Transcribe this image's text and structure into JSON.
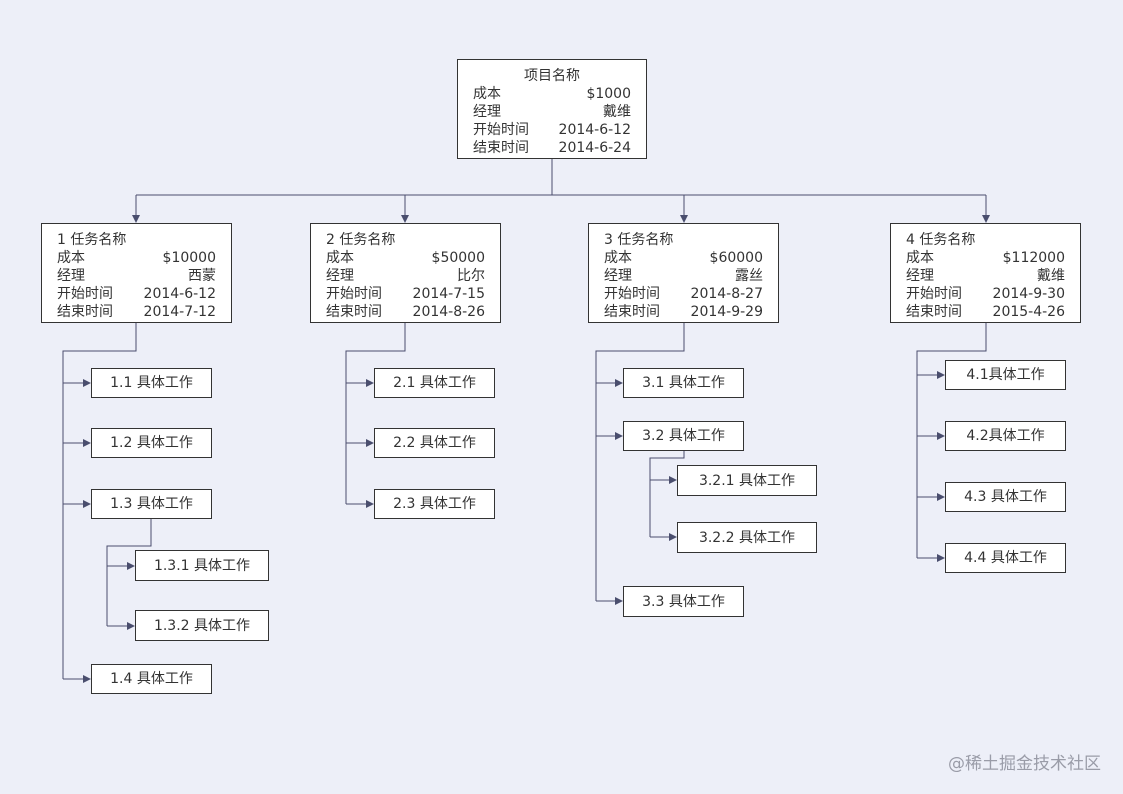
{
  "colors": {
    "background": "#edeff8",
    "box_fill": "#ffffff",
    "box_border": "#333333",
    "connector": "#4a4e6e",
    "text": "#333333"
  },
  "root": {
    "title": "项目名称",
    "rows": [
      {
        "label": "成本",
        "value": "$1000"
      },
      {
        "label": "经理",
        "value": "戴维"
      },
      {
        "label": "开始时间",
        "value": "2014-6-12"
      },
      {
        "label": "结束时间",
        "value": "2014-6-24"
      }
    ]
  },
  "tasks": [
    {
      "title": "1 任务名称",
      "rows": [
        {
          "label": "成本",
          "value": "$10000"
        },
        {
          "label": "经理",
          "value": "西蒙"
        },
        {
          "label": "开始时间",
          "value": "2014-6-12"
        },
        {
          "label": "结束时间",
          "value": "2014-7-12"
        }
      ],
      "works": [
        {
          "label": "1.1 具体工作",
          "children": []
        },
        {
          "label": "1.2 具体工作",
          "children": []
        },
        {
          "label": "1.3 具体工作",
          "children": [
            "1.3.1 具体工作",
            "1.3.2 具体工作"
          ]
        },
        {
          "label": "1.4 具体工作",
          "children": []
        }
      ]
    },
    {
      "title": "2 任务名称",
      "rows": [
        {
          "label": "成本",
          "value": "$50000"
        },
        {
          "label": "经理",
          "value": "比尔"
        },
        {
          "label": "开始时间",
          "value": "2014-7-15"
        },
        {
          "label": "结束时间",
          "value": "2014-8-26"
        }
      ],
      "works": [
        {
          "label": "2.1 具体工作",
          "children": []
        },
        {
          "label": "2.2 具体工作",
          "children": []
        },
        {
          "label": "2.3 具体工作",
          "children": []
        }
      ]
    },
    {
      "title": "3 任务名称",
      "rows": [
        {
          "label": "成本",
          "value": "$60000"
        },
        {
          "label": "经理",
          "value": "露丝"
        },
        {
          "label": "开始时间",
          "value": "2014-8-27"
        },
        {
          "label": "结束时间",
          "value": "2014-9-29"
        }
      ],
      "works": [
        {
          "label": "3.1 具体工作",
          "children": []
        },
        {
          "label": "3.2 具体工作",
          "children": [
            "3.2.1 具体工作",
            "3.2.2 具体工作"
          ]
        },
        {
          "label": "3.3 具体工作",
          "children": []
        }
      ]
    },
    {
      "title": "4 任务名称",
      "rows": [
        {
          "label": "成本",
          "value": "$112000"
        },
        {
          "label": "经理",
          "value": "戴维"
        },
        {
          "label": "开始时间",
          "value": "2014-9-30"
        },
        {
          "label": "结束时间",
          "value": "2015-4-26"
        }
      ],
      "works": [
        {
          "label": "4.1具体工作",
          "children": []
        },
        {
          "label": "4.2具体工作",
          "children": []
        },
        {
          "label": "4.3 具体工作",
          "children": []
        },
        {
          "label": "4.4 具体工作",
          "children": []
        }
      ]
    }
  ],
  "watermark": "@稀土掘金技术社区"
}
